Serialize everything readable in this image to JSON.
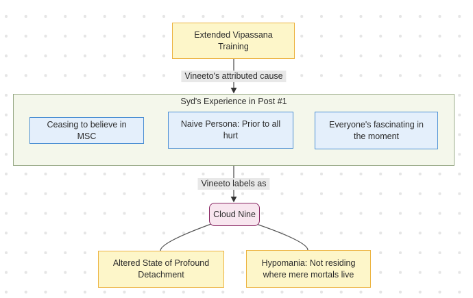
{
  "diagram": {
    "type": "flowchart",
    "nodes": {
      "training": "Extended Vipassana Training",
      "subgraph_title": "Syd's Experience in Post #1",
      "msc": "Ceasing to believe in MSC",
      "naive_persona": "Naive Persona: Prior to all hurt",
      "fascinating": "Everyone's fascinating in the moment",
      "cloud_nine": "Cloud Nine",
      "altered_state": "Altered State of Profound Detachment",
      "hypomania": "Hypomania: Not residing where mere mortals live"
    },
    "edge_labels": {
      "attributed_cause": "Vineeto's attributed cause",
      "labels_as": "Vineeto labels as"
    },
    "colors": {
      "yellow_node_fill": "#fdf6c9",
      "yellow_node_border": "#ecb23e",
      "blue_node_fill": "#e4effb",
      "blue_node_border": "#4a8ed3",
      "subgraph_fill": "#f4f7eb",
      "subgraph_border": "#96a884",
      "cloud_nine_fill": "#f8e6ef",
      "cloud_nine_border": "#862360",
      "edge_line": "#555555",
      "edge_label_bg": "#e8e8e8",
      "text": "#2b2b2b",
      "dot_grid": "#e5e5e5"
    }
  }
}
